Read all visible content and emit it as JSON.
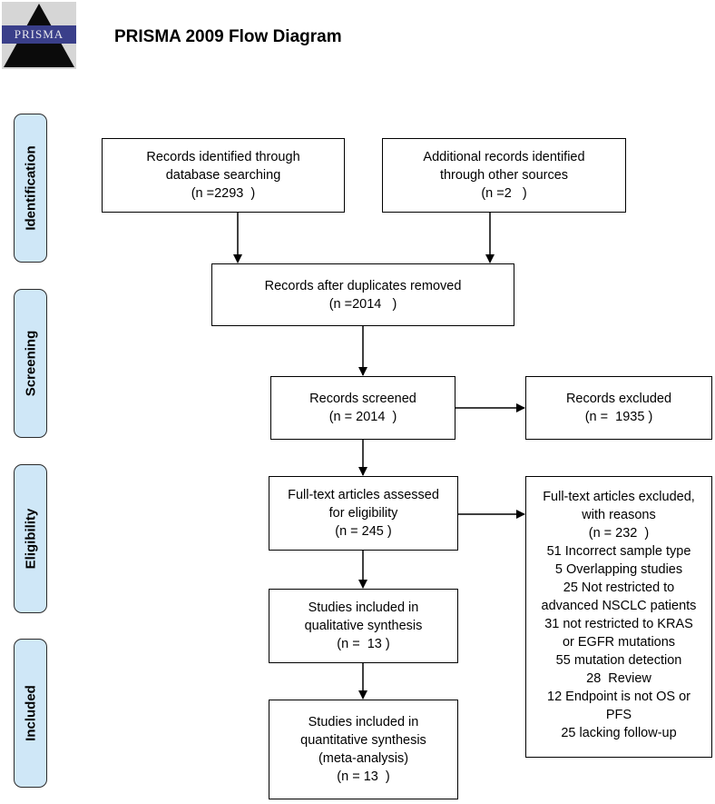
{
  "header": {
    "logo_text": "PRISMA",
    "title": "PRISMA 2009 Flow Diagram"
  },
  "stages": {
    "identification": "Identification",
    "screening": "Screening",
    "eligibility": "Eligibility",
    "included": "Included"
  },
  "boxes": {
    "database": [
      "Records identified through",
      "database searching",
      "(n =2293  )"
    ],
    "other_sources": [
      "Additional records identified",
      "through other sources",
      "(n =2   )"
    ],
    "duplicates": [
      "Records after duplicates removed",
      "(n =2014   )"
    ],
    "screened": [
      "Records screened",
      "(n = 2014  )"
    ],
    "excluded": [
      "Records excluded",
      "(n =  1935 )"
    ],
    "fulltext": [
      "Full-text articles assessed",
      "for eligibility",
      "(n = 245 )"
    ],
    "fulltext_excluded": [
      "Full-text articles excluded,",
      "with reasons",
      "(n = 232  )",
      "51 Incorrect sample type",
      "5 Overlapping studies",
      "25 Not restricted to",
      "advanced NSCLC patients",
      "31 not restricted to KRAS",
      "or EGFR mutations",
      "55 mutation detection",
      "28  Review",
      "12 Endpoint is not OS or",
      "PFS",
      "25 lacking follow-up"
    ],
    "qualitative": [
      "Studies included in",
      "qualitative synthesis",
      "(n =  13 )"
    ],
    "quantitative": [
      "Studies included in",
      "quantitative synthesis",
      "(meta-analysis)",
      "(n = 13  )"
    ]
  }
}
